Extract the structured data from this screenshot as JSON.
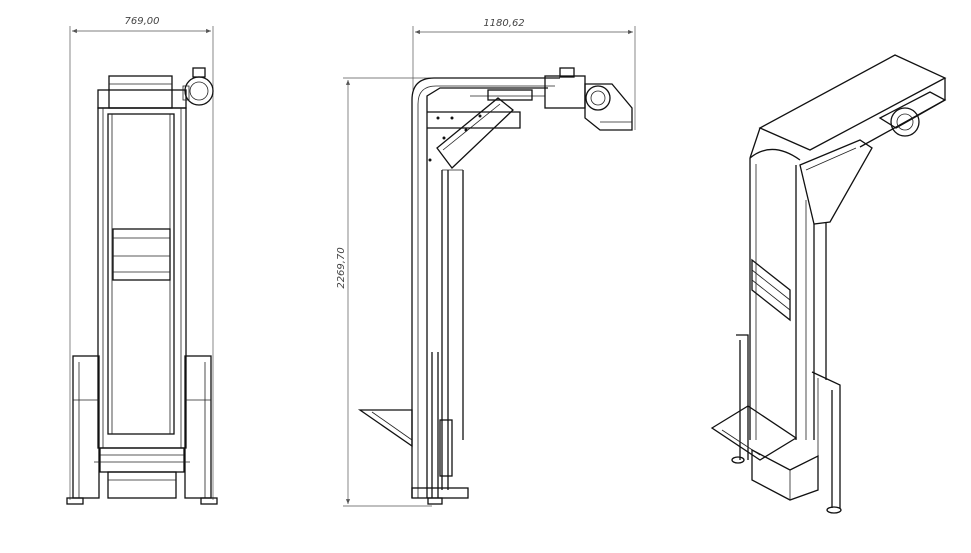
{
  "dimensions": {
    "front_width": "769,00",
    "side_width": "1180,62",
    "side_height": "2269,70"
  },
  "views": [
    "front-view",
    "side-view",
    "isometric-view"
  ]
}
